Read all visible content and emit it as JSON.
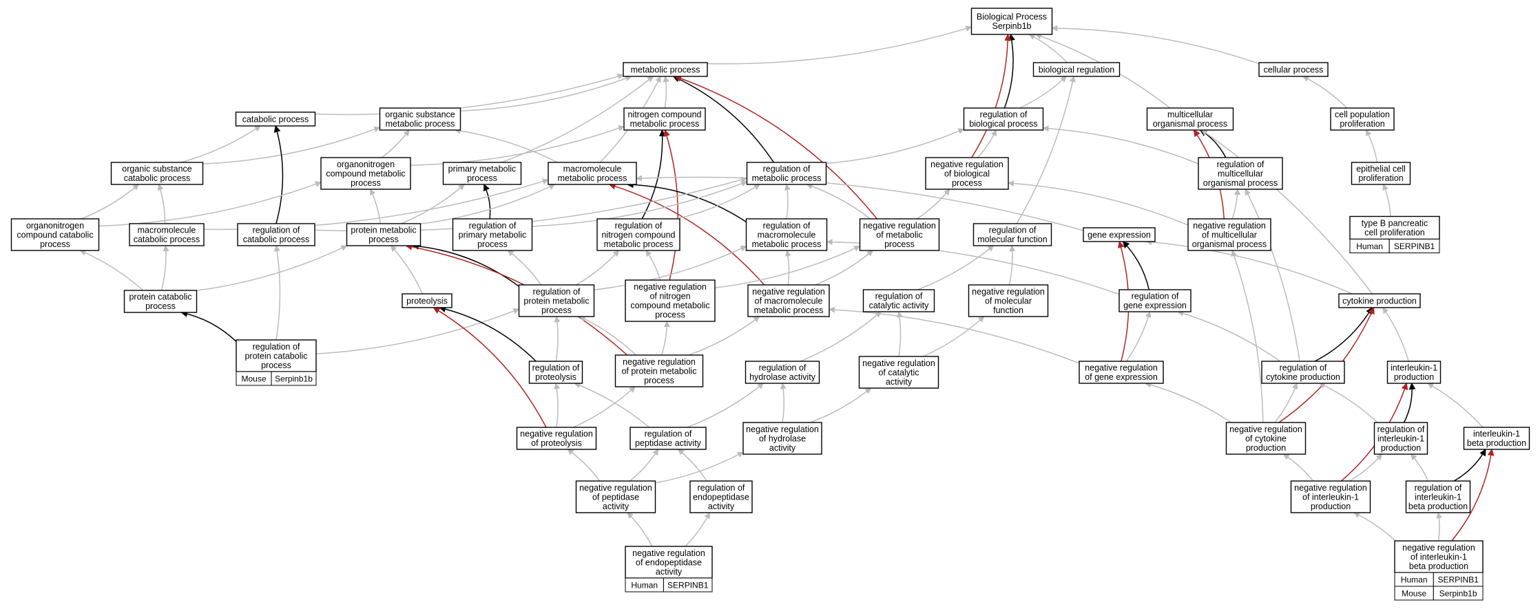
{
  "colors": {
    "gray": "#bbbbbb",
    "black": "#000000",
    "red": "#b22222",
    "human": "#f36449",
    "mouse": "#a7d8e6"
  },
  "nodes": {
    "bp": {
      "lines": [
        "Biological Process",
        "Serpinb1b"
      ]
    },
    "metab": {
      "lines": [
        "metabolic process"
      ]
    },
    "bioreg": {
      "lines": [
        "biological regulation"
      ]
    },
    "cellproc": {
      "lines": [
        "cellular process"
      ]
    },
    "catab": {
      "lines": [
        "catabolic process"
      ]
    },
    "orgsub": {
      "lines": [
        "organic substance",
        "metabolic process"
      ]
    },
    "nitro": {
      "lines": [
        "nitrogen compound",
        "metabolic process"
      ]
    },
    "regbio": {
      "lines": [
        "regulation of",
        "biological process"
      ]
    },
    "multi": {
      "lines": [
        "multicellular",
        "organismal process"
      ]
    },
    "cellpop": {
      "lines": [
        "cell population",
        "proliferation"
      ]
    },
    "orgsubcat": {
      "lines": [
        "organic substance",
        "catabolic process"
      ]
    },
    "organonit": {
      "lines": [
        "organonitrogen",
        "compound metabolic",
        "process"
      ]
    },
    "primary": {
      "lines": [
        "primary metabolic",
        "process"
      ]
    },
    "macromol": {
      "lines": [
        "macromolecule",
        "metabolic process"
      ]
    },
    "regmetab": {
      "lines": [
        "regulation of",
        "metabolic process"
      ]
    },
    "negregbio": {
      "lines": [
        "negative regulation",
        "of biological",
        "process"
      ]
    },
    "regmulti": {
      "lines": [
        "regulation of",
        "multicellular",
        "organismal process"
      ]
    },
    "epith": {
      "lines": [
        "epithelial cell",
        "proliferation"
      ]
    },
    "organocat": {
      "lines": [
        "organonitrogen",
        "compound catabolic",
        "process"
      ]
    },
    "macrocat": {
      "lines": [
        "macromolecule",
        "catabolic process"
      ]
    },
    "regcat": {
      "lines": [
        "regulation of",
        "catabolic process"
      ]
    },
    "protmetab": {
      "lines": [
        "protein metabolic",
        "process"
      ]
    },
    "regprim": {
      "lines": [
        "regulation of",
        "primary metabolic",
        "process"
      ]
    },
    "regnitro": {
      "lines": [
        "regulation of",
        "nitrogen compound",
        "metabolic process"
      ]
    },
    "regmacro": {
      "lines": [
        "regulation of",
        "macromolecule",
        "metabolic process"
      ]
    },
    "negregmetab": {
      "lines": [
        "negative regulation",
        "of metabolic",
        "process"
      ]
    },
    "regmolfn": {
      "lines": [
        "regulation of",
        "molecular function"
      ]
    },
    "geneexp": {
      "lines": [
        "gene expression"
      ]
    },
    "negregmulti": {
      "lines": [
        "negative regulation",
        "of multicellular",
        "organismal process"
      ]
    },
    "typeb": {
      "lines": [
        "type B pancreatic",
        "cell proliferation"
      ],
      "tags": [
        {
          "species": "Human",
          "gene": "SERPINB1"
        }
      ]
    },
    "protcat": {
      "lines": [
        "protein catabolic",
        "process"
      ]
    },
    "proteolysis": {
      "lines": [
        "proteolysis"
      ]
    },
    "regprotmetab": {
      "lines": [
        "regulation of",
        "protein metabolic",
        "process"
      ]
    },
    "negregnitro": {
      "lines": [
        "negative regulation",
        "of nitrogen",
        "compound metabolic",
        "process"
      ]
    },
    "negregmacro": {
      "lines": [
        "negative regulation",
        "of macromolecule",
        "metabolic process"
      ]
    },
    "regcatact": {
      "lines": [
        "regulation of",
        "catalytic activity"
      ]
    },
    "negregmolfn": {
      "lines": [
        "negative regulation",
        "of molecular",
        "function"
      ]
    },
    "reggeneexp": {
      "lines": [
        "regulation of",
        "gene expression"
      ]
    },
    "cytoprod": {
      "lines": [
        "cytokine production"
      ]
    },
    "regprotcat": {
      "lines": [
        "regulation of",
        "protein catabolic",
        "process"
      ],
      "tags": [
        {
          "species": "Mouse",
          "gene": "Serpinb1b"
        }
      ]
    },
    "regproteol": {
      "lines": [
        "regulation of",
        "proteolysis"
      ]
    },
    "negregprotmetab": {
      "lines": [
        "negative regulation",
        "of protein metabolic",
        "process"
      ]
    },
    "reghydro": {
      "lines": [
        "regulation of",
        "hydrolase activity"
      ]
    },
    "negregcatact": {
      "lines": [
        "negative regulation",
        "of catalytic",
        "activity"
      ]
    },
    "negreggeneexp": {
      "lines": [
        "negative regulation",
        "of gene expression"
      ]
    },
    "regcyto": {
      "lines": [
        "regulation of",
        "cytokine production"
      ]
    },
    "il1prod": {
      "lines": [
        "interleukin-1",
        "production"
      ]
    },
    "negregproteol": {
      "lines": [
        "negative regulation",
        "of proteolysis"
      ]
    },
    "regpept": {
      "lines": [
        "regulation of",
        "peptidase activity"
      ]
    },
    "negreghydro": {
      "lines": [
        "negative regulation",
        "of hydrolase",
        "activity"
      ]
    },
    "negregcyto": {
      "lines": [
        "negative regulation",
        "of cytokine",
        "production"
      ]
    },
    "regil1": {
      "lines": [
        "regulation of",
        "interleukin-1",
        "production"
      ]
    },
    "il1bprod": {
      "lines": [
        "interleukin-1",
        "beta production"
      ]
    },
    "negregpept": {
      "lines": [
        "negative regulation",
        "of peptidase",
        "activity"
      ]
    },
    "regendo": {
      "lines": [
        "regulation of",
        "endopeptidase",
        "activity"
      ]
    },
    "negregil1": {
      "lines": [
        "negative regulation",
        "of interleukin-1",
        "production"
      ]
    },
    "regil1b": {
      "lines": [
        "regulation of",
        "interleukin-1",
        "beta production"
      ]
    },
    "negregendo": {
      "lines": [
        "negative regulation",
        "of endopeptidase",
        "activity"
      ],
      "tags": [
        {
          "species": "Human",
          "gene": "SERPINB1"
        }
      ]
    },
    "negregil1b": {
      "lines": [
        "negative regulation",
        "of interleukin-1",
        "beta production"
      ],
      "tags": [
        {
          "species": "Human",
          "gene": "SERPINB1"
        },
        {
          "species": "Mouse",
          "gene": "Serpinb1b"
        }
      ]
    }
  },
  "edges": [
    {
      "from": "metab",
      "to": "bp",
      "type": "gray"
    },
    {
      "from": "bioreg",
      "to": "bp",
      "type": "gray"
    },
    {
      "from": "cellproc",
      "to": "bp",
      "type": "gray"
    },
    {
      "from": "multi",
      "to": "bp",
      "type": "gray"
    },
    {
      "from": "regbio",
      "to": "bp",
      "type": "black"
    },
    {
      "from": "negregbio",
      "to": "bp",
      "type": "red"
    },
    {
      "from": "regbio",
      "to": "bioreg",
      "type": "gray"
    },
    {
      "from": "negregbio",
      "to": "regbio",
      "type": "gray"
    },
    {
      "from": "regmulti",
      "to": "regbio",
      "type": "gray"
    },
    {
      "from": "regmetab",
      "to": "regbio",
      "type": "gray"
    },
    {
      "from": "regmolfn",
      "to": "bioreg",
      "type": "gray"
    },
    {
      "from": "cellpop",
      "to": "cellproc",
      "type": "gray"
    },
    {
      "from": "epith",
      "to": "cellpop",
      "type": "gray"
    },
    {
      "from": "typeb",
      "to": "epith",
      "type": "gray"
    },
    {
      "from": "regmulti",
      "to": "multi",
      "type": "black"
    },
    {
      "from": "negregmulti",
      "to": "multi",
      "type": "red"
    },
    {
      "from": "negregmulti",
      "to": "regmulti",
      "type": "gray"
    },
    {
      "from": "negregmulti",
      "to": "negregbio",
      "type": "gray"
    },
    {
      "from": "cytoprod",
      "to": "multi",
      "type": "gray"
    },
    {
      "from": "catab",
      "to": "metab",
      "type": "gray"
    },
    {
      "from": "orgsub",
      "to": "metab",
      "type": "gray"
    },
    {
      "from": "nitro",
      "to": "metab",
      "type": "gray"
    },
    {
      "from": "primary",
      "to": "metab",
      "type": "gray"
    },
    {
      "from": "macromol",
      "to": "metab",
      "type": "gray"
    },
    {
      "from": "regmetab",
      "to": "metab",
      "type": "black"
    },
    {
      "from": "negregmetab",
      "to": "metab",
      "type": "red"
    },
    {
      "from": "orgsubcat",
      "to": "catab",
      "type": "gray"
    },
    {
      "from": "orgsubcat",
      "to": "orgsub",
      "type": "gray"
    },
    {
      "from": "organonit",
      "to": "orgsub",
      "type": "gray"
    },
    {
      "from": "organonit",
      "to": "nitro",
      "type": "gray"
    },
    {
      "from": "macromol",
      "to": "orgsub",
      "type": "gray"
    },
    {
      "from": "regcat",
      "to": "catab",
      "type": "black"
    },
    {
      "from": "regnitro",
      "to": "nitro",
      "type": "black"
    },
    {
      "from": "negregnitro",
      "to": "nitro",
      "type": "red"
    },
    {
      "from": "regprim",
      "to": "primary",
      "type": "black"
    },
    {
      "from": "regmacro",
      "to": "macromol",
      "type": "black"
    },
    {
      "from": "negregmacro",
      "to": "macromol",
      "type": "red"
    },
    {
      "from": "negregmetab",
      "to": "regmetab",
      "type": "gray"
    },
    {
      "from": "negregmetab",
      "to": "negregbio",
      "type": "gray"
    },
    {
      "from": "regprim",
      "to": "regmetab",
      "type": "gray"
    },
    {
      "from": "regnitro",
      "to": "regmetab",
      "type": "gray"
    },
    {
      "from": "regmacro",
      "to": "regmetab",
      "type": "gray"
    },
    {
      "from": "regcat",
      "to": "regmetab",
      "type": "gray"
    },
    {
      "from": "organocat",
      "to": "orgsubcat",
      "type": "gray"
    },
    {
      "from": "organocat",
      "to": "organonit",
      "type": "gray"
    },
    {
      "from": "macrocat",
      "to": "orgsubcat",
      "type": "gray"
    },
    {
      "from": "macrocat",
      "to": "macromol",
      "type": "gray"
    },
    {
      "from": "protmetab",
      "to": "organonit",
      "type": "gray"
    },
    {
      "from": "protmetab",
      "to": "primary",
      "type": "gray"
    },
    {
      "from": "protmetab",
      "to": "macromol",
      "type": "gray"
    },
    {
      "from": "geneexp",
      "to": "macromol",
      "type": "gray"
    },
    {
      "from": "protcat",
      "to": "organocat",
      "type": "gray"
    },
    {
      "from": "protcat",
      "to": "macrocat",
      "type": "gray"
    },
    {
      "from": "protcat",
      "to": "protmetab",
      "type": "gray"
    },
    {
      "from": "proteolysis",
      "to": "protmetab",
      "type": "gray"
    },
    {
      "from": "regprotcat",
      "to": "protcat",
      "type": "black"
    },
    {
      "from": "regprotcat",
      "to": "regcat",
      "type": "gray"
    },
    {
      "from": "regprotcat",
      "to": "regprotmetab",
      "type": "gray"
    },
    {
      "from": "regprotmetab",
      "to": "protmetab",
      "type": "black"
    },
    {
      "from": "regprotmetab",
      "to": "regprim",
      "type": "gray"
    },
    {
      "from": "regprotmetab",
      "to": "regnitro",
      "type": "gray"
    },
    {
      "from": "regprotmetab",
      "to": "regmacro",
      "type": "gray"
    },
    {
      "from": "negregprotmetab",
      "to": "protmetab",
      "type": "red"
    },
    {
      "from": "negregprotmetab",
      "to": "regprotmetab",
      "type": "gray"
    },
    {
      "from": "negregprotmetab",
      "to": "negregnitro",
      "type": "gray"
    },
    {
      "from": "negregprotmetab",
      "to": "negregmacro",
      "type": "gray"
    },
    {
      "from": "negregnitro",
      "to": "regnitro",
      "type": "gray"
    },
    {
      "from": "negregnitro",
      "to": "negregmetab",
      "type": "gray"
    },
    {
      "from": "negregmacro",
      "to": "regmacro",
      "type": "gray"
    },
    {
      "from": "negregmacro",
      "to": "negregmetab",
      "type": "gray"
    },
    {
      "from": "regproteol",
      "to": "proteolysis",
      "type": "black"
    },
    {
      "from": "regproteol",
      "to": "regprotmetab",
      "type": "gray"
    },
    {
      "from": "negregproteol",
      "to": "proteolysis",
      "type": "red"
    },
    {
      "from": "negregproteol",
      "to": "regproteol",
      "type": "gray"
    },
    {
      "from": "negregproteol",
      "to": "negregprotmetab",
      "type": "gray"
    },
    {
      "from": "regpept",
      "to": "regproteol",
      "type": "gray"
    },
    {
      "from": "regpept",
      "to": "reghydro",
      "type": "gray"
    },
    {
      "from": "negregpept",
      "to": "negregproteol",
      "type": "gray"
    },
    {
      "from": "negregpept",
      "to": "regpept",
      "type": "gray"
    },
    {
      "from": "negregpept",
      "to": "negreghydro",
      "type": "gray"
    },
    {
      "from": "regendo",
      "to": "regpept",
      "type": "gray"
    },
    {
      "from": "negregendo",
      "to": "negregpept",
      "type": "gray"
    },
    {
      "from": "negregendo",
      "to": "regendo",
      "type": "gray"
    },
    {
      "from": "reghydro",
      "to": "regcatact",
      "type": "gray"
    },
    {
      "from": "negreghydro",
      "to": "reghydro",
      "type": "gray"
    },
    {
      "from": "negreghydro",
      "to": "negregcatact",
      "type": "gray"
    },
    {
      "from": "negregcatact",
      "to": "regcatact",
      "type": "gray"
    },
    {
      "from": "negregcatact",
      "to": "negregmolfn",
      "type": "gray"
    },
    {
      "from": "regcatact",
      "to": "regmolfn",
      "type": "gray"
    },
    {
      "from": "negregmolfn",
      "to": "regmolfn",
      "type": "gray"
    },
    {
      "from": "reggeneexp",
      "to": "geneexp",
      "type": "black"
    },
    {
      "from": "reggeneexp",
      "to": "regmacro",
      "type": "gray"
    },
    {
      "from": "negreggeneexp",
      "to": "geneexp",
      "type": "red"
    },
    {
      "from": "negreggeneexp",
      "to": "reggeneexp",
      "type": "gray"
    },
    {
      "from": "negreggeneexp",
      "to": "negregmacro",
      "type": "gray"
    },
    {
      "from": "cytoprod",
      "to": "geneexp",
      "type": "gray"
    },
    {
      "from": "regcyto",
      "to": "cytoprod",
      "type": "black"
    },
    {
      "from": "regcyto",
      "to": "reggeneexp",
      "type": "gray"
    },
    {
      "from": "negregcyto",
      "to": "cytoprod",
      "type": "red"
    },
    {
      "from": "negregcyto",
      "to": "regcyto",
      "type": "gray"
    },
    {
      "from": "negregcyto",
      "to": "negreggeneexp",
      "type": "gray"
    },
    {
      "from": "negregcyto",
      "to": "negregmulti",
      "type": "gray"
    },
    {
      "from": "regcyto",
      "to": "regmulti",
      "type": "gray"
    },
    {
      "from": "il1prod",
      "to": "cytoprod",
      "type": "gray"
    },
    {
      "from": "regil1",
      "to": "il1prod",
      "type": "black"
    },
    {
      "from": "regil1",
      "to": "regcyto",
      "type": "gray"
    },
    {
      "from": "negregil1",
      "to": "il1prod",
      "type": "red"
    },
    {
      "from": "negregil1",
      "to": "regil1",
      "type": "gray"
    },
    {
      "from": "negregil1",
      "to": "negregcyto",
      "type": "gray"
    },
    {
      "from": "il1bprod",
      "to": "il1prod",
      "type": "gray"
    },
    {
      "from": "regil1b",
      "to": "il1bprod",
      "type": "black"
    },
    {
      "from": "regil1b",
      "to": "regil1",
      "type": "gray"
    },
    {
      "from": "negregil1b",
      "to": "il1bprod",
      "type": "red"
    },
    {
      "from": "negregil1b",
      "to": "regil1b",
      "type": "gray"
    },
    {
      "from": "negregil1b",
      "to": "negregil1",
      "type": "gray"
    }
  ]
}
